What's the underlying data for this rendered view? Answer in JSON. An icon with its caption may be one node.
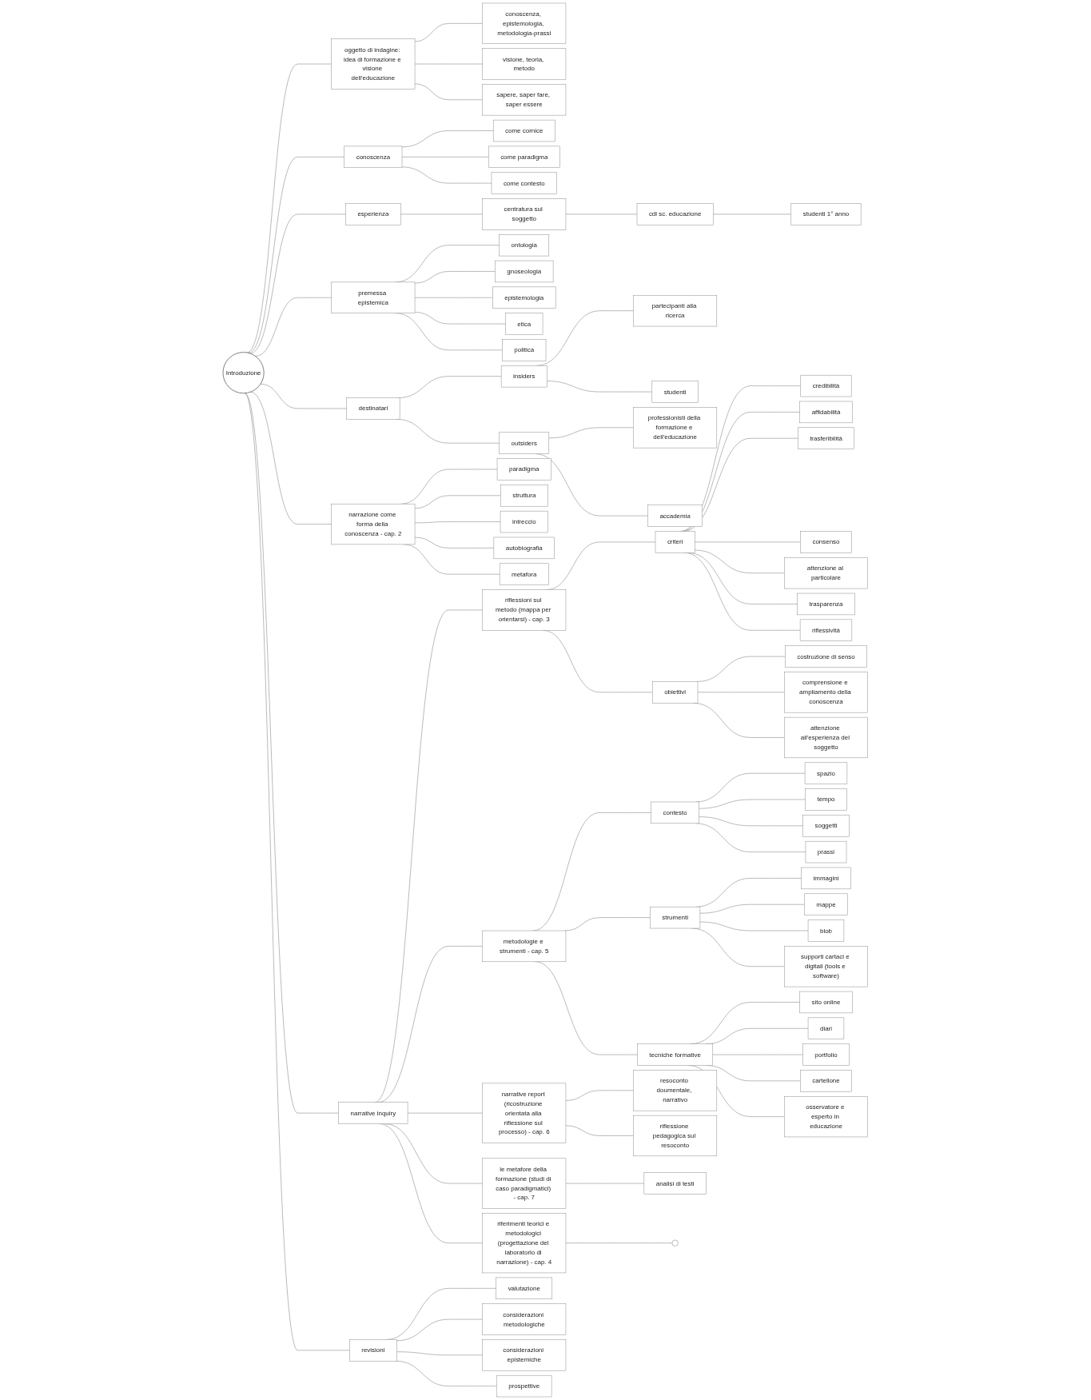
{
  "diagram": {
    "nodes": [
      {
        "text": [
          "Introduzione"
        ]
      },
      {
        "text": [
          "oggetto di indagine: idea di formazione e visione dell'educazione"
        ]
      },
      {
        "text": [
          "conoscenza, epistemologia, metodologia-prassi"
        ]
      },
      {
        "text": [
          "visione, teoria, metodo"
        ]
      },
      {
        "text": [
          "sapere, saper fare, saper essere"
        ]
      },
      {
        "text": [
          "conoscenza"
        ]
      },
      {
        "text": [
          "come cornice"
        ]
      },
      {
        "text": [
          "come paradigma"
        ]
      },
      {
        "text": [
          "come contesto"
        ]
      },
      {
        "text": [
          "esperienza"
        ]
      },
      {
        "text": [
          "centratura sul soggetto"
        ]
      },
      {
        "text": [
          "cdl sc. educazione"
        ]
      },
      {
        "text": [
          "studenti 1° anno"
        ]
      },
      {
        "text": [
          "premessa epistemica"
        ]
      },
      {
        "text": [
          "ontologia"
        ]
      },
      {
        "text": [
          "gnoseologia"
        ]
      },
      {
        "text": [
          "epistemologia"
        ]
      },
      {
        "text": [
          "etica"
        ]
      },
      {
        "text": [
          "politica"
        ]
      },
      {
        "text": [
          "destinatari"
        ]
      },
      {
        "text": [
          "insiders"
        ]
      },
      {
        "text": [
          "partecipanti alla ricerca"
        ]
      },
      {
        "text": [
          "studenti"
        ]
      },
      {
        "text": [
          "outsiders"
        ]
      },
      {
        "text": [
          "professionisti della formazione e dell'educazione"
        ]
      },
      {
        "text": [
          "accademia"
        ]
      },
      {
        "text": [
          "narrazione come forma della conoscenza - cap. 2"
        ]
      },
      {
        "text": [
          "paradigma"
        ]
      },
      {
        "text": [
          "struttura"
        ]
      },
      {
        "text": [
          "intreccio"
        ]
      },
      {
        "text": [
          "autobiografia"
        ]
      },
      {
        "text": [
          "metafora"
        ]
      },
      {
        "text": [
          "narrative inquiry"
        ]
      },
      {
        "text": [
          "riflessioni sul metodo (mappa per orientarsi) - cap. 3"
        ]
      },
      {
        "text": [
          "criteri"
        ]
      },
      {
        "text": [
          "credibilità"
        ]
      },
      {
        "text": [
          "affidabilità"
        ]
      },
      {
        "text": [
          "trasferibilità"
        ]
      },
      {
        "text": [
          "consenso"
        ]
      },
      {
        "text": [
          "attenzione al particolare"
        ]
      },
      {
        "text": [
          "trasparenza"
        ]
      },
      {
        "text": [
          "riflessività"
        ]
      },
      {
        "text": [
          "obiettivi"
        ]
      },
      {
        "text": [
          "costruzione di senso"
        ]
      },
      {
        "text": [
          "comprensione e ampliamento della conoscenza"
        ]
      },
      {
        "text": [
          "attenzione all'esperienza del soggetto"
        ]
      },
      {
        "text": [
          "riferimenti teorici e metodologici (progettazione del laboratorio di narrazione) - cap. 4"
        ]
      },
      {
        "text": [
          "metodologie e strumenti - cap. 5"
        ]
      },
      {
        "text": [
          "contesto"
        ]
      },
      {
        "text": [
          "spazio"
        ]
      },
      {
        "text": [
          "tempo"
        ]
      },
      {
        "text": [
          "soggetti"
        ]
      },
      {
        "text": [
          "prassi"
        ]
      },
      {
        "text": [
          "strumenti"
        ]
      },
      {
        "text": [
          "immagini"
        ]
      },
      {
        "text": [
          "mappe"
        ]
      },
      {
        "text": [
          "blob"
        ]
      },
      {
        "text": [
          "supporti cartaci e digitali (tools e software)"
        ]
      },
      {
        "text": [
          "tecniche formative"
        ]
      },
      {
        "text": [
          "sito online"
        ]
      },
      {
        "text": [
          "diari"
        ]
      },
      {
        "text": [
          "portfolio"
        ]
      },
      {
        "text": [
          "cartellone"
        ]
      },
      {
        "text": [
          "osservatore e esperto in educazione"
        ]
      },
      {
        "text": [
          "narrative report (ricostruzione orientata alla riflessione sul processo) - cap. 6"
        ]
      },
      {
        "text": [
          "resoconto doumentale, narrativo"
        ]
      },
      {
        "text": [
          "riflessione pedagogica sul resoconto"
        ]
      },
      {
        "text": [
          "le metafore della formazione (studi di caso paradigmatici) - cap. 7"
        ]
      },
      {
        "text": [
          "analisi di testi"
        ]
      },
      {
        "text": [
          "revisioni"
        ]
      },
      {
        "text": [
          "valutazione"
        ]
      },
      {
        "text": [
          "considerazioni metodologiche"
        ]
      },
      {
        "text": [
          "considerazioni epistemiche"
        ]
      },
      {
        "text": [
          "prospettive"
        ]
      },
      {
        "text": [],
        "shape": "circle"
      }
    ],
    "edges": [
      {
        "from": 0,
        "to": 1,
        "arrow": "none"
      },
      {
        "from": 1,
        "to": 2,
        "arrow": "none"
      },
      {
        "from": 1,
        "to": 3,
        "arrow": "none"
      },
      {
        "from": 1,
        "to": 4,
        "arrow": "none"
      },
      {
        "from": 0,
        "to": 5,
        "arrow": "none"
      },
      {
        "from": 5,
        "to": 6,
        "arrow": "none"
      },
      {
        "from": 5,
        "to": 7,
        "arrow": "none"
      },
      {
        "from": 5,
        "to": 8,
        "arrow": "none"
      },
      {
        "from": 0,
        "to": 9,
        "arrow": "none"
      },
      {
        "from": 9,
        "to": 10,
        "arrow": "none"
      },
      {
        "from": 10,
        "to": 11,
        "arrow": "none"
      },
      {
        "from": 11,
        "to": 12,
        "arrow": "none"
      },
      {
        "from": 0,
        "to": 13,
        "arrow": "none"
      },
      {
        "from": 13,
        "to": 14,
        "arrow": "none"
      },
      {
        "from": 13,
        "to": 15,
        "arrow": "none"
      },
      {
        "from": 13,
        "to": 16,
        "arrow": "none"
      },
      {
        "from": 13,
        "to": 17,
        "arrow": "none"
      },
      {
        "from": 13,
        "to": 18,
        "arrow": "none"
      },
      {
        "from": 0,
        "to": 19,
        "arrow": "none"
      },
      {
        "from": 19,
        "to": 20,
        "arrow": "none"
      },
      {
        "from": 20,
        "to": 21,
        "arrow": "none"
      },
      {
        "from": 20,
        "to": 22,
        "arrow": "none"
      },
      {
        "from": 19,
        "to": 23,
        "arrow": "none"
      },
      {
        "from": 23,
        "to": 24,
        "arrow": "none"
      },
      {
        "from": 23,
        "to": 25,
        "arrow": "none"
      },
      {
        "from": 0,
        "to": 26,
        "arrow": "none"
      },
      {
        "from": 26,
        "to": 27,
        "arrow": "none"
      },
      {
        "from": 26,
        "to": 28,
        "arrow": "none"
      },
      {
        "from": 26,
        "to": 29,
        "arrow": "none"
      },
      {
        "from": 26,
        "to": 30,
        "arrow": "none"
      },
      {
        "from": 26,
        "to": 31,
        "arrow": "none"
      },
      {
        "from": 0,
        "to": 32,
        "arrow": "none"
      },
      {
        "from": 32,
        "to": 33,
        "arrow": "none"
      },
      {
        "from": 33,
        "to": 34,
        "arrow": "none"
      },
      {
        "from": 34,
        "to": 35,
        "arrow": "none"
      },
      {
        "from": 34,
        "to": 36,
        "arrow": "none"
      },
      {
        "from": 34,
        "to": 37,
        "arrow": "none"
      },
      {
        "from": 34,
        "to": 38,
        "arrow": "none"
      },
      {
        "from": 34,
        "to": 39,
        "arrow": "none"
      },
      {
        "from": 34,
        "to": 40,
        "arrow": "none"
      },
      {
        "from": 34,
        "to": 41,
        "arrow": "none"
      },
      {
        "from": 33,
        "to": 42,
        "arrow": "none"
      },
      {
        "from": 42,
        "to": 43,
        "arrow": "none"
      },
      {
        "from": 42,
        "to": 44,
        "arrow": "none"
      },
      {
        "from": 42,
        "to": 45,
        "arrow": "none"
      },
      {
        "from": 32,
        "to": 46,
        "arrow": "none"
      },
      {
        "from": 32,
        "to": 47,
        "arrow": "none"
      },
      {
        "from": 47,
        "to": 48,
        "arrow": "none"
      },
      {
        "from": 48,
        "to": 49,
        "arrow": "none"
      },
      {
        "from": 48,
        "to": 50,
        "arrow": "none"
      },
      {
        "from": 48,
        "to": 51,
        "arrow": "none"
      },
      {
        "from": 48,
        "to": 52,
        "arrow": "none"
      },
      {
        "from": 47,
        "to": 53,
        "arrow": "none"
      },
      {
        "from": 53,
        "to": 54,
        "arrow": "none"
      },
      {
        "from": 53,
        "to": 55,
        "arrow": "none"
      },
      {
        "from": 53,
        "to": 56,
        "arrow": "none"
      },
      {
        "from": 53,
        "to": 57,
        "arrow": "none"
      },
      {
        "from": 47,
        "to": 58,
        "arrow": "none"
      },
      {
        "from": 58,
        "to": 59,
        "arrow": "none"
      },
      {
        "from": 58,
        "to": 60,
        "arrow": "none"
      },
      {
        "from": 58,
        "to": 61,
        "arrow": "none"
      },
      {
        "from": 58,
        "to": 62,
        "arrow": "none"
      },
      {
        "from": 58,
        "to": 63,
        "arrow": "none"
      },
      {
        "from": 32,
        "to": 64,
        "arrow": "none"
      },
      {
        "from": 64,
        "to": 65,
        "arrow": "none"
      },
      {
        "from": 64,
        "to": 66,
        "arrow": "none"
      },
      {
        "from": 32,
        "to": 67,
        "arrow": "none"
      },
      {
        "from": 67,
        "to": 68,
        "arrow": "none"
      },
      {
        "from": 0,
        "to": 69,
        "arrow": "none"
      },
      {
        "from": 69,
        "to": 70,
        "arrow": "none"
      },
      {
        "from": 69,
        "to": 71,
        "arrow": "none"
      },
      {
        "from": 69,
        "to": 72,
        "arrow": "none"
      },
      {
        "from": 69,
        "to": 73,
        "arrow": "none"
      },
      {
        "from": 46,
        "to": 74,
        "arrow": "none"
      }
    ]
  }
}
